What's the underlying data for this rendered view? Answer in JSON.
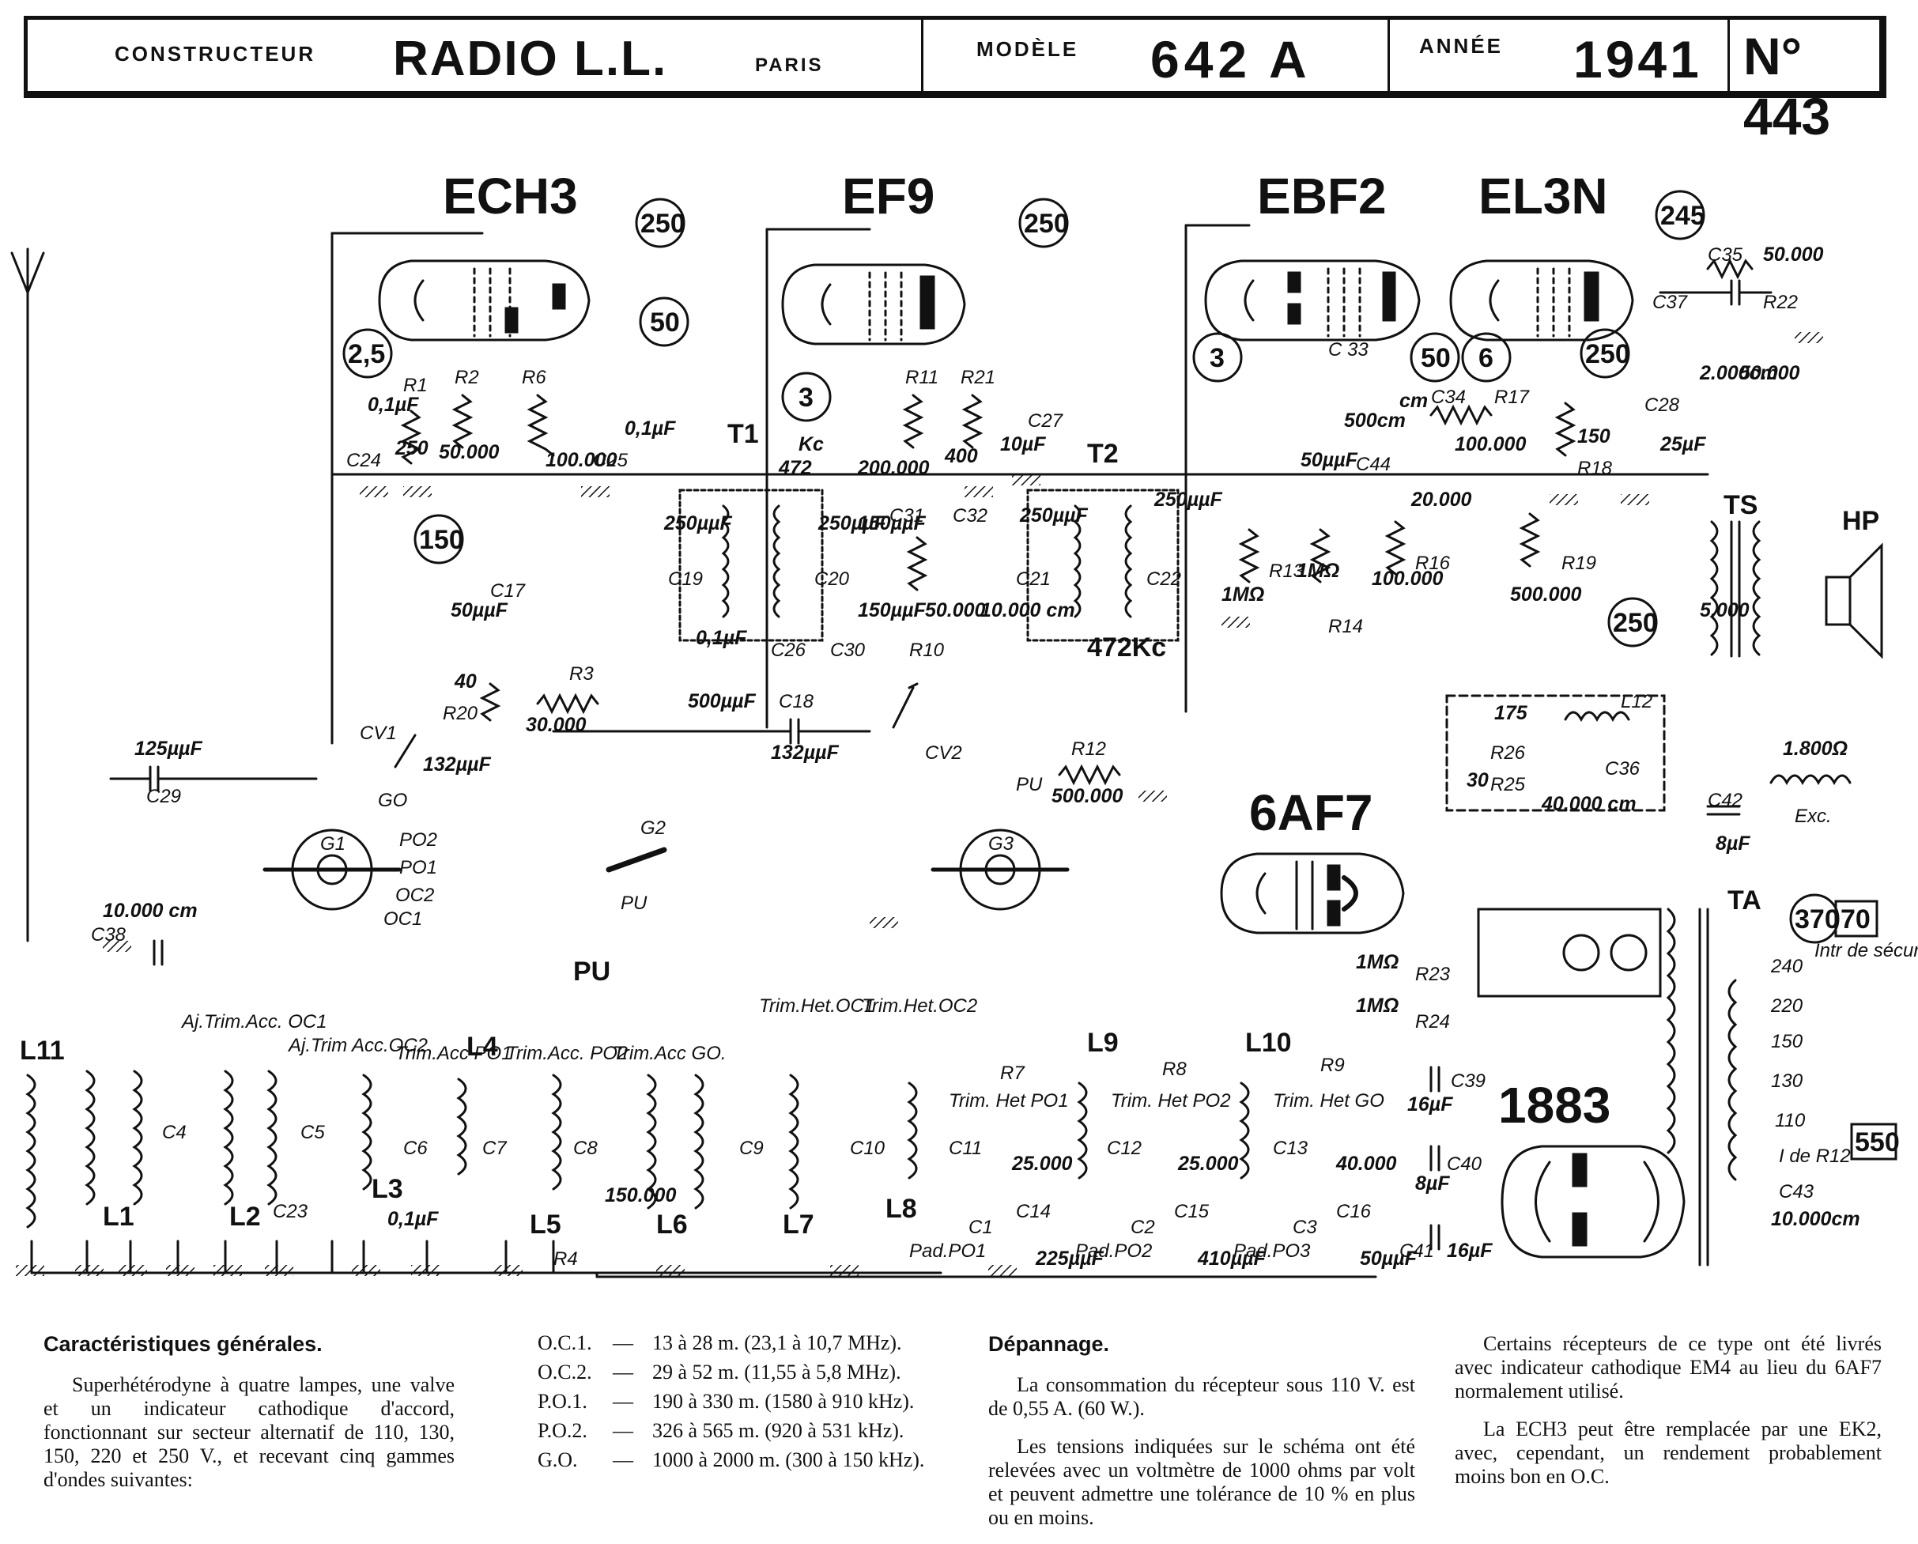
{
  "header": {
    "constructeur_label": "CONSTRUCTEUR",
    "constructeur": "RADIO L.L.",
    "city": "PARIS",
    "modele_label": "MODÈLE",
    "modele": "642 A",
    "annee_label": "ANNÉE",
    "annee": "1941",
    "numero": "N° 443"
  },
  "tubes": {
    "ech3": "ECH3",
    "ef9": "EF9",
    "ebf2": "EBF2",
    "el3n": "EL3N",
    "6af7": "6AF7",
    "1883": "1883"
  },
  "voltages": {
    "ech3_plate": "250",
    "ech3_screen": "50",
    "ech3_k": "2,5",
    "ech3_g": "150",
    "ef9_plate": "250",
    "ef9_k": "3",
    "ebf2_k": "3",
    "ebf2_s": "50",
    "el3n_k": "6",
    "el3n_s": "250",
    "el3n_p": "245",
    "filt": "250",
    "ta": "370",
    "ta2": "70",
    "mains": "550"
  },
  "labels": {
    "r1": "R1",
    "r2": "R2",
    "r6": "R6",
    "c24": "C24",
    "c25": "C25",
    "v01a": "0,1µF",
    "v250": "250",
    "v50000": "50.000",
    "v100000": "100.000",
    "v01b": "0,1µF",
    "t1": "T1",
    "kc472": "472",
    "kc": "Kc",
    "c19": "C19",
    "c20": "C20",
    "v250pf1": "250µµF",
    "v250pf2": "250µµF",
    "v01c": "0,1µF",
    "c26": "C26",
    "r11": "R11",
    "r21": "R21",
    "v200000": "200.000",
    "v400": "400",
    "v10uf": "10µF",
    "c27": "C27",
    "c31": "C31",
    "v150pf": "150µµF",
    "c32": "C32",
    "v50000b": "50.000",
    "v10000cm": "10.000 cm",
    "c30": "C30",
    "r10": "R10",
    "v150pf2": "150µµF",
    "t2": "T2",
    "c21": "C21",
    "c22": "C22",
    "v250pf3": "250µµF",
    "v250pf4": "250µµF",
    "kc472b": "472Kc",
    "c33": "C 33",
    "v500cm": "500cm",
    "c44": "C44",
    "v50pf": "50µµF",
    "c34": "C34",
    "r17": "R17",
    "v100000b": "100.000",
    "v20000": "20.000",
    "cm": "cm",
    "r13": "R13",
    "v1m1": "1MΩ",
    "r14": "R14",
    "v1m2": "1MΩ",
    "r16": "R16",
    "v100000c": "100.000",
    "c37": "C37",
    "v2000cm": "2.000cm",
    "c35": "C35",
    "v50000c": "50.000",
    "r22": "R22",
    "v50000d": "50.000",
    "c28": "C28",
    "v25uf": "25µF",
    "r18": "R18",
    "v150": "150",
    "r19": "R19",
    "v500000": "500.000",
    "ts": "TS",
    "hp": "HP",
    "v5000": "5.000",
    "c17": "C17",
    "v50pf2": "50µµF",
    "r20": "R20",
    "v40": "40",
    "r3": "R3",
    "v30000": "30.000",
    "c18": "C18",
    "v500pf": "500µµF",
    "cv1": "CV1",
    "v132a": "132µµF",
    "cv2": "CV2",
    "v132b": "132µµF",
    "r12": "R12",
    "v500000b": "500.000",
    "c29": "C29",
    "v125pf": "125µµF",
    "c38": "C38",
    "v10000cm2": "10.000 cm",
    "l12": "L12",
    "r26": "R26",
    "v175": "175",
    "r25": "R25",
    "v30": "30",
    "c36": "C36",
    "v40000cm": "40.000 cm",
    "v1800": "1.800Ω",
    "exc": "Exc.",
    "c42": "C42",
    "v8uf": "8µF",
    "g1": "G1",
    "g3": "G3",
    "g2": "G2",
    "pu": "PU",
    "pu2": "PU",
    "pu3": "PU",
    "g0": "GO",
    "po2": "PO2",
    "po1": "PO1",
    "oc2": "OC2",
    "oc1": "OC1",
    "r23": "R23",
    "r24": "R24",
    "v1m3": "1MΩ",
    "v1m4": "1MΩ",
    "ta": "TA",
    "t240": "240",
    "t220": "220",
    "t150": "150",
    "t130": "130",
    "t110": "110",
    "intr": "Intr de sécurité",
    "ider12": "I de R12",
    "c43": "C43",
    "v10000cm3": "10.000cm",
    "c39": "C39",
    "v16a": "16µF",
    "c40": "C40",
    "v8b": "8µF",
    "c41": "C41",
    "v16b": "16µF",
    "l11": "L11",
    "l1": "L1",
    "l2": "L2",
    "l3": "L3",
    "l4": "L4",
    "l5": "L5",
    "l6": "L6",
    "l7": "L7",
    "l8": "L8",
    "l9": "L9",
    "l10": "L10",
    "c4": "C4",
    "c5": "C5",
    "c6": "C6",
    "c7": "C7",
    "c8": "C8",
    "c9": "C9",
    "c10": "C10",
    "c11": "C11",
    "c12": "C12",
    "c13": "C13",
    "c23": "C23",
    "v01d": "0,1µF",
    "r4": "R4",
    "v150000": "150.000",
    "r7": "R7",
    "v25000": "25.000",
    "r8": "R8",
    "v25000b": "25.000",
    "r9": "R9",
    "v40000": "40.000",
    "c14": "C14",
    "v225": "225µµF",
    "c15": "C15",
    "v410": "410µµF",
    "c16": "C16",
    "v50pf3": "50µµF",
    "trim1": "Aj.Trim.Acc. OC1",
    "trim2": "Aj.Trim Acc.OC2",
    "trim3": "Trim.Acc PO1",
    "trim4": "Trim.Acc. PO2",
    "trim5": "Trim.Acc GO.",
    "trim6": "Trim.Het.OC1",
    "trim7": "Trim.Het.OC2",
    "trim8": "Trim. Het PO1",
    "trim9": "Trim. Het PO2",
    "trim10": "Trim. Het GO",
    "pad1": "Pad.PO1",
    "pad2": "Pad.PO2",
    "pad3": "Pad.PO3",
    "c1": "C1",
    "c2": "C2",
    "c3": "C3"
  },
  "caract": {
    "title": "Caractéristiques générales.",
    "body": "Superhétérodyne à quatre lampes, une valve et un indicateur cathodique d'accord, fonctionnant sur secteur alternatif de 110, 130, 150, 220 et 250 V., et recevant cinq gammes d'ondes suivantes:"
  },
  "bands": [
    {
      "name": "O.C.1.",
      "range": "13 à 28 m. (23,1 à 10,7 MHz)."
    },
    {
      "name": "O.C.2.",
      "range": "29 à 52 m. (11,55 à 5,8 MHz)."
    },
    {
      "name": "P.O.1.",
      "range": "190 à 330 m. (1580 à 910 kHz)."
    },
    {
      "name": "P.O.2.",
      "range": "326 à 565 m. (920 à 531 kHz)."
    },
    {
      "name": "G.O.",
      "range": "1000 à 2000 m. (300 à 150 kHz)."
    }
  ],
  "depannage": {
    "title": "Dépannage.",
    "p1": "La consommation du récepteur sous 110 V. est de 0,55 A. (60 W.).",
    "p2": "Les tensions indiquées sur le schéma ont été relevées avec un voltmètre de 1000 ohms par volt et peuvent admettre une tolérance de 10 % en plus ou en moins."
  },
  "notes": {
    "p1": "Certains récepteurs de ce type ont été livrés avec indicateur cathodique EM4 au lieu du 6AF7 normalement utilisé.",
    "p2": "La ECH3 peut être remplacée par une EK2, avec, cependant, un rendement probablement moins bon en O.C."
  }
}
